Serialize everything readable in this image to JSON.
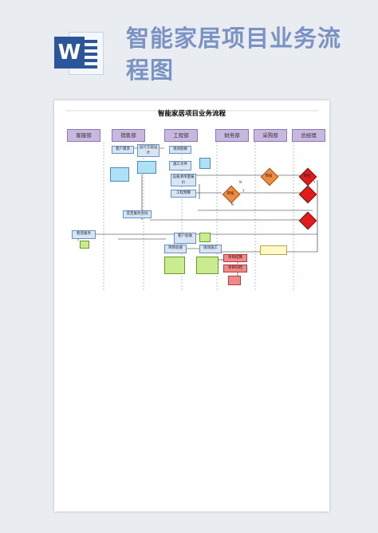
{
  "banner": {
    "app_icon": "word-icon",
    "title": "智能家居项目业务流程图"
  },
  "document": {
    "title": "智能家居项目业务流程",
    "lanes": [
      "客服部",
      "销售部",
      "工程部",
      "财务部",
      "采购部",
      "总经理"
    ],
    "nodes": {
      "customer_demand": "客户需求",
      "design_plan": "设计方案设计",
      "site_survey": "现场勘察",
      "construction_doc": "施工文件",
      "equipment_list": "设备清单量报价",
      "engineering_budget": "工程预算",
      "sign_contract": "签定服务合同",
      "after_sales": "售后服务",
      "customer_acceptance": "客户验收",
      "project_acceptance": "项目验收",
      "site_construction": "现场施工",
      "project_settlement": "项目结算",
      "project_archive": "项目归档",
      "review": "审核",
      "approve": "审批",
      "check": "审核"
    },
    "edge_labels": {
      "yes": "Y",
      "no": "N"
    }
  },
  "colors": {
    "lane_fill": "#c8b8e0",
    "box_fill": "#d7e6f7",
    "doc_fill": "#aee1f5",
    "doc_green": "#c8ec8e",
    "diamond_orange": "#f08a3c",
    "diamond_red": "#e21b1b",
    "red_box": "#ef8a8a"
  }
}
